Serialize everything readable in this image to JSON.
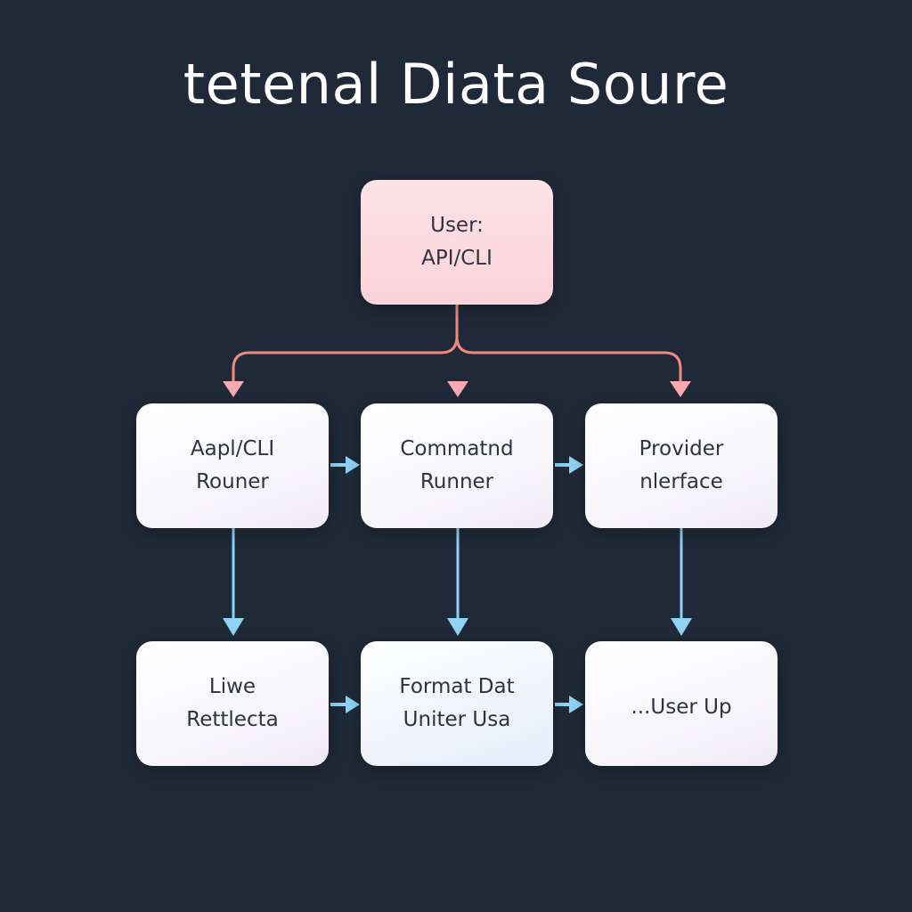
{
  "title": "tetenal Diata Soure",
  "colors": {
    "background": "#1f2937",
    "pink_connector": "#ef8a80",
    "pink_arrowhead": "#f7a9b0",
    "blue_connector": "#8fd3f4"
  },
  "nodes": {
    "user": {
      "line1": "User:",
      "line2": "API/CLI"
    },
    "api_runner": {
      "line1": "Aapl/CLI",
      "line2": "Rouner"
    },
    "command_runner": {
      "line1": "Commatnd",
      "line2": "Runner"
    },
    "provider_interface": {
      "line1": "Provider",
      "line2": "nlerface"
    },
    "live_reflect": {
      "line1": "Liwe",
      "line2": "Rettlecta"
    },
    "format_data": {
      "line1": "Format Dat",
      "line2": "Uniter Usa"
    },
    "user_up": {
      "line1": "...User  Up",
      "line2": ""
    }
  }
}
